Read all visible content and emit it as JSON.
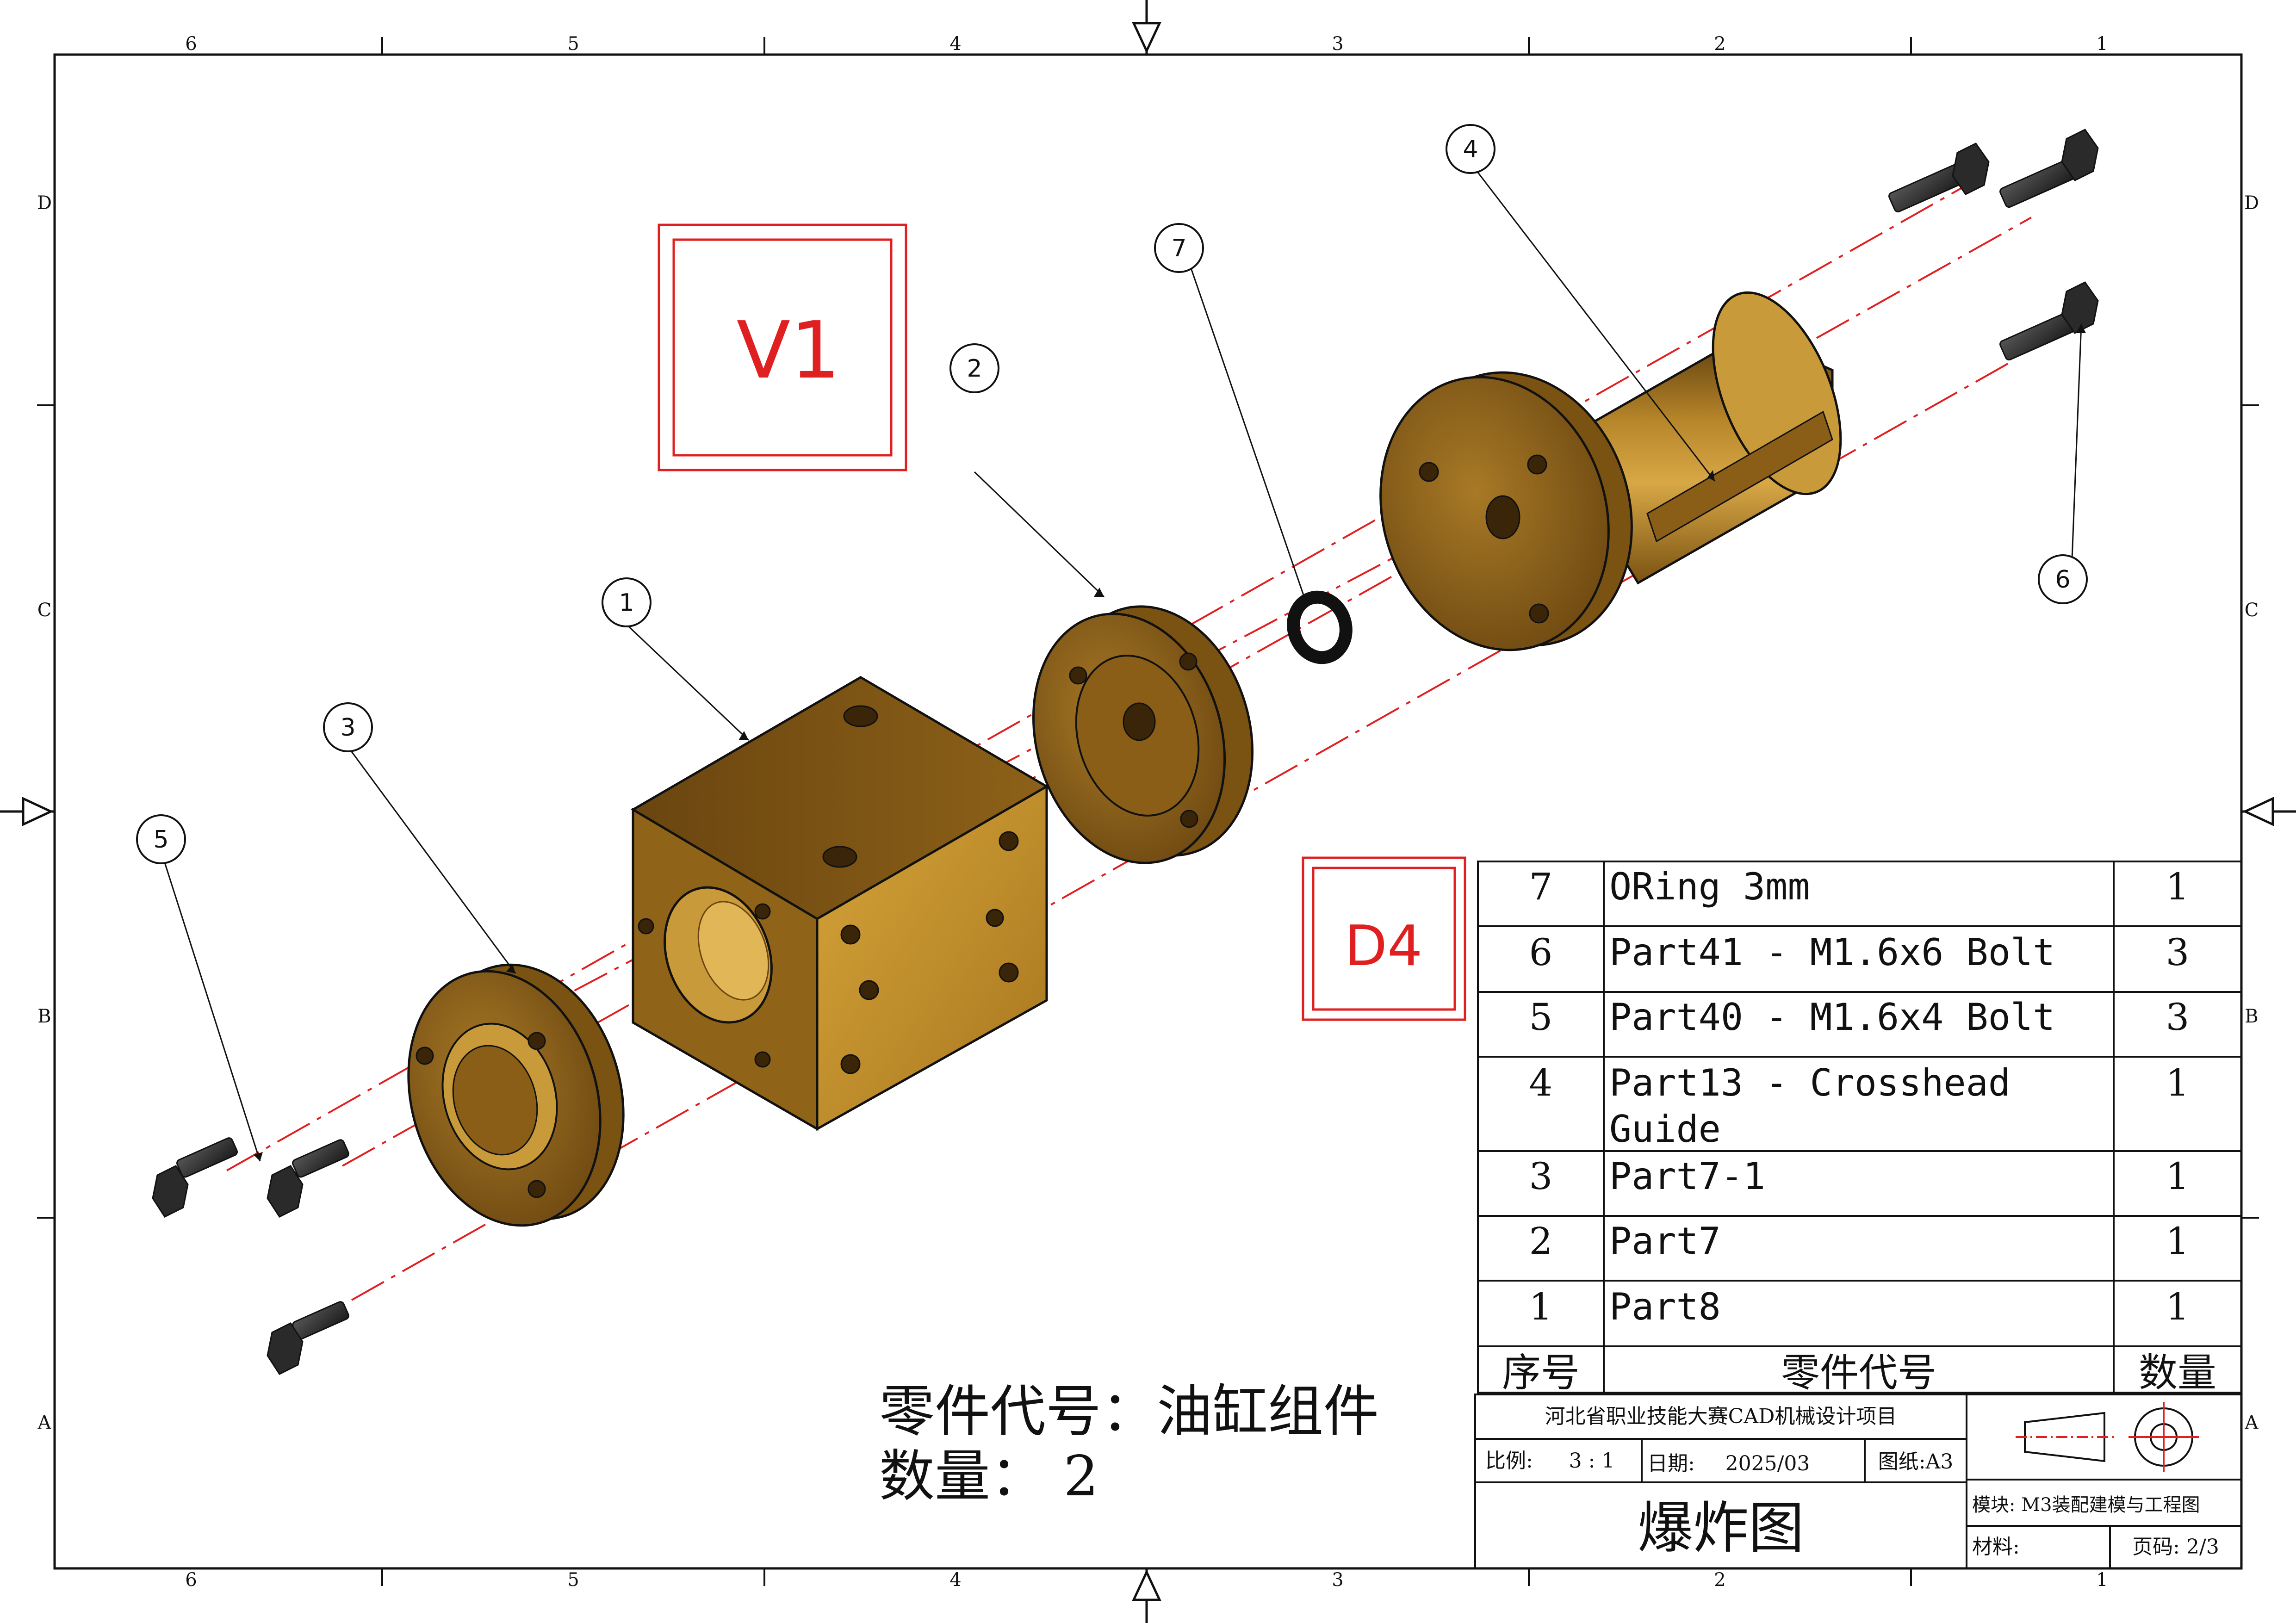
{
  "colors": {
    "line": "#111111",
    "centerline": "#e02020",
    "revision_box": "#e02020",
    "brass_dark": "#5a3a0c",
    "brass_mid": "#9a6a1c",
    "brass_light": "#c8972e",
    "bolt": "#2a2a2a"
  },
  "zones": {
    "columns": [
      "6",
      "5",
      "4",
      "3",
      "2",
      "1"
    ],
    "rows": [
      "D",
      "C",
      "B",
      "A"
    ]
  },
  "revision_tags": {
    "v1": "V1",
    "d4": "D4"
  },
  "balloons": [
    {
      "id": "1",
      "text": "1"
    },
    {
      "id": "2",
      "text": "2"
    },
    {
      "id": "3",
      "text": "3"
    },
    {
      "id": "4",
      "text": "4"
    },
    {
      "id": "5",
      "text": "5"
    },
    {
      "id": "6",
      "text": "6"
    },
    {
      "id": "7",
      "text": "7"
    }
  ],
  "bom": {
    "rows": [
      {
        "no": "7",
        "name": [
          "ORing 3mm"
        ],
        "qty": "1"
      },
      {
        "no": "6",
        "name": [
          "Part41 - M1.6x6 Bolt"
        ],
        "qty": "3"
      },
      {
        "no": "5",
        "name": [
          "Part40 - M1.6x4 Bolt"
        ],
        "qty": "3"
      },
      {
        "no": "4",
        "name": [
          "Part13 -  Crosshead",
          "Guide"
        ],
        "qty": "1"
      },
      {
        "no": "3",
        "name": [
          "Part7-1"
        ],
        "qty": "1"
      },
      {
        "no": "2",
        "name": [
          "Part7"
        ],
        "qty": "1"
      },
      {
        "no": "1",
        "name": [
          "Part8"
        ],
        "qty": "1"
      }
    ],
    "header": {
      "no": "序号",
      "name": "零件代号",
      "qty": "数量"
    }
  },
  "note": {
    "line1": "零件代号：油缸组件",
    "line2": "数量：  2"
  },
  "title_block": {
    "org": "河北省职业技能大赛CAD机械设计项目",
    "scale_label": "比例:",
    "scale_value": "3 : 1",
    "date_label": "日期:",
    "date_value": "2025/03",
    "sheet_size": "图纸:A3",
    "drawing_title": "爆炸图",
    "module": "模块: M3装配建模与工程图",
    "material": "材料:",
    "page": "页码: 2/3"
  }
}
